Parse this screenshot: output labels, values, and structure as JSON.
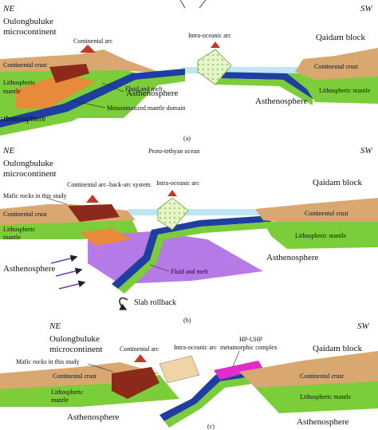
{
  "colors": {
    "continental_crust": "#d9a870",
    "crust_light": "#f2d5a6",
    "lithospheric_mantle": "#7ccd3a",
    "oceanic_crust": "#1f3fa0",
    "ocean": "#bfe6f5",
    "arc": "#e5f5c9",
    "melt": "#8b2a1a",
    "metasomatized": "#e9893a",
    "slab_window": "#b57ae6",
    "hp_uhp": "#e02ccb",
    "volcano": "#c0392b"
  },
  "panel_a": {
    "ne": "NE",
    "sw": "SW",
    "block_left_1": "Oulongbuluke",
    "block_left_2": "microcontinent",
    "block_right": "Qaidam block",
    "continental_arc": "Continental arc",
    "intra_oceanic_arc": "Intra-oceanic arc",
    "continental_crust_left": "Continental crust",
    "continental_crust_right": "Continental crust",
    "lithospheric_mantle_left_1": "Lithospheric",
    "lithospheric_mantle_left_2": "mantle",
    "lithospheric_mantle_right": "Lithospheric mantle",
    "asthenosphere_mid": "Asthenosphere",
    "asthenosphere_left": "sthenosphere",
    "asthenosphere_right": "Asthenosphere",
    "fluid_melt": "Fluid and melt",
    "metasomatized": "Metasomatized mantle domain",
    "caption": "(a)"
  },
  "panel_b": {
    "ne": "NE",
    "sw": "SW",
    "block_left_1": "Oulongbuluke",
    "block_left_2": "microcontinent",
    "block_right": "Qaidam block",
    "ocean_name": "Proto-tethyan ocean",
    "arc_system": "Continental arc–back-arc system",
    "intra_oceanic_arc": "Intra-oceanic arc",
    "mafic_rocks": "Mafic rocks in this study",
    "continental_crust_left": "Continental crust",
    "continental_crust_right": "Continental crust",
    "lithospheric_mantle_left_1": "Lithospheric",
    "lithospheric_mantle_left_2": "mantle",
    "lithospheric_mantle_right": "Lithospheric mantle",
    "asthenosphere_left": "Asthenosphere",
    "asthenosphere_right": "Asthenosphere",
    "fluid_melt": "Fluid and melt",
    "slab_rollback": "Slab rollback",
    "caption": "(b)"
  },
  "panel_c": {
    "ne": "NE",
    "sw": "SW",
    "block_left_1": "Oulongbuluke",
    "block_left_2": "microcontinent",
    "block_right": "Qaidam block",
    "mafic_rocks": "Mafic rocks in this study",
    "continental_arc": "Continental arc",
    "intra_oceanic_arc": "Intra-oceanic arc",
    "hp_uhp_1": "HP-UHP",
    "hp_uhp_2": "metamorphic complex",
    "continental_crust_left": "Continental crust",
    "continental_crust_right": "Continental crust",
    "lithospheric_mantle_left_1": "Lithospheric",
    "lithospheric_mantle_left_2": "mantle",
    "lithospheric_mantle_right": "Lithospheric mantle",
    "asthenosphere_left": "Asthenosphere",
    "asthenosphere_right": "Asthenosphere",
    "caption": "(c)"
  }
}
